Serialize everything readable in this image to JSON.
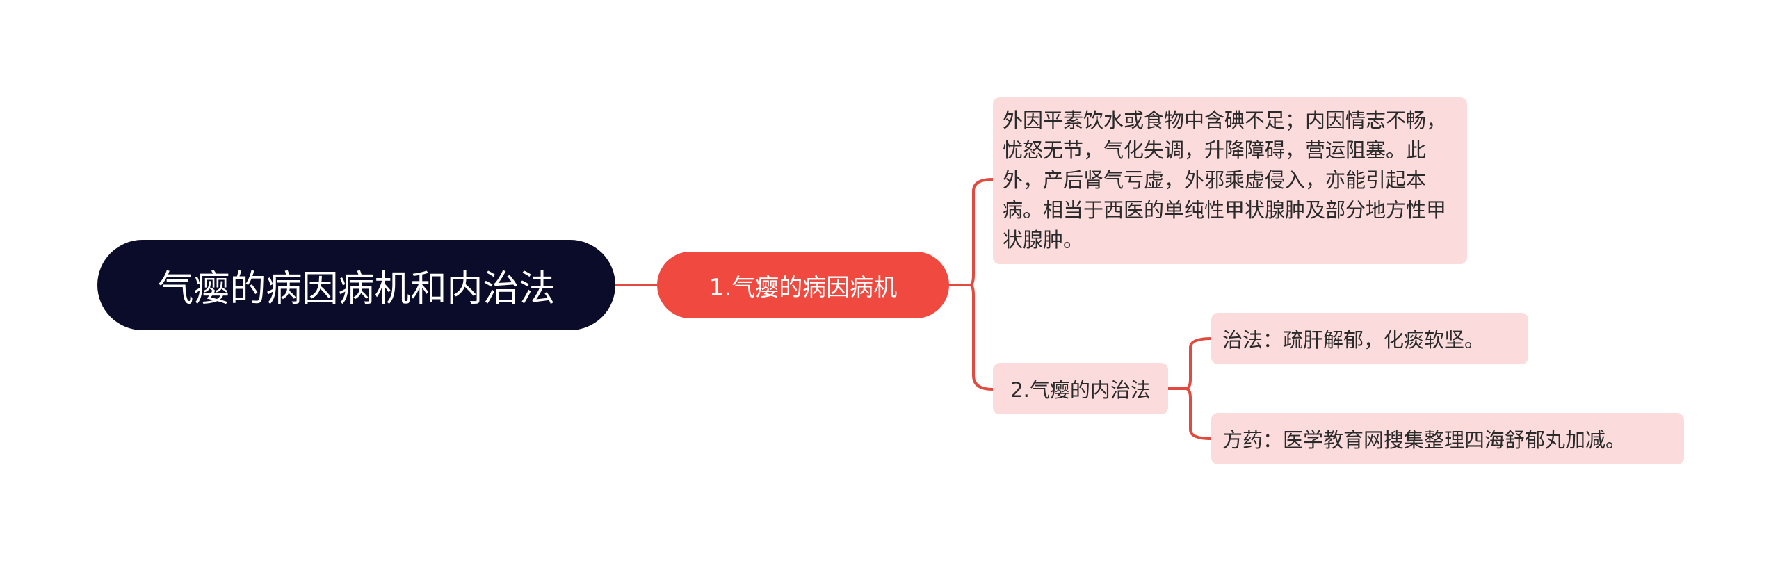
{
  "colors": {
    "root_bg": "#0b0c2a",
    "branch_bg": "#f04a40",
    "leaf_bg": "#fcdbdc",
    "connector": "#e24a3f"
  },
  "mindmap": {
    "root": "气瘿的病因病机和内治法",
    "branch1": {
      "label": "1.气瘿的病因病机",
      "detail": "外因平素饮水或食物中含碘不足；内因情志不畅，忧怒无节，气化失调，升降障碍，营运阻塞。此外，产后肾气亏虚，外邪乘虚侵入，亦能引起本病。相当于西医的单纯性甲状腺肿及部分地方性甲状腺肿。"
    },
    "branch2": {
      "label": "2.气瘿的内治法",
      "method": "治法：疏肝解郁，化痰软坚。",
      "recipe": "方药：医学教育网搜集整理四海舒郁丸加减。"
    }
  }
}
